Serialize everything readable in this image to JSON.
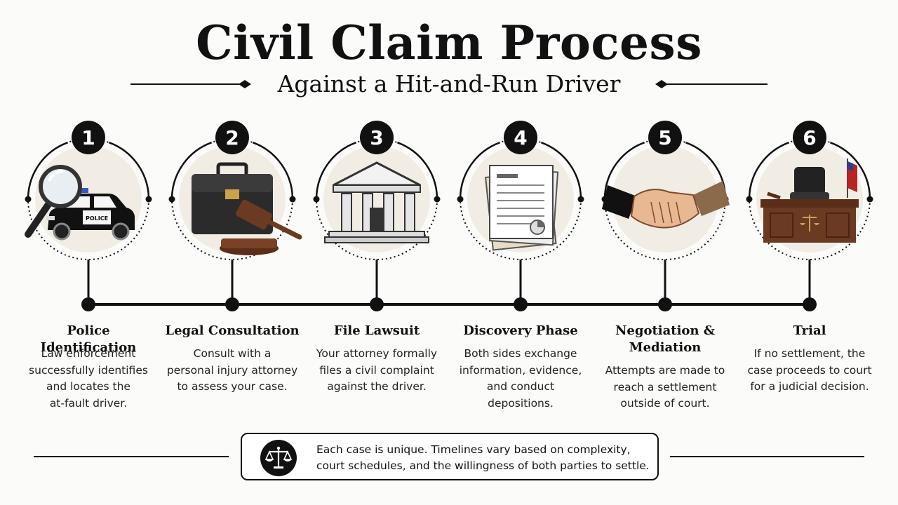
{
  "title": "Civil Claim Process",
  "subtitle": "Against a Hit-and-Run Driver",
  "steps": [
    {
      "number": "1",
      "title": "Police Identification",
      "desc": [
        "Law enforcement",
        "successfully identifies",
        "and locates the",
        "at-fault driver."
      ],
      "icon": "police-car-magnifier-icon"
    },
    {
      "number": "2",
      "title": "Legal Consultation",
      "desc": [
        "Consult with a",
        "personal injury attorney",
        "to assess your case."
      ],
      "icon": "briefcase-gavel-icon"
    },
    {
      "number": "3",
      "title": "File Lawsuit",
      "desc": [
        "Your attorney formally",
        "files a civil complaint",
        "against the driver."
      ],
      "icon": "courthouse-icon"
    },
    {
      "number": "4",
      "title": "Discovery Phase",
      "desc": [
        "Both sides exchange",
        "information, evidence,",
        "and conduct",
        "depositions."
      ],
      "icon": "documents-icon"
    },
    {
      "number": "5",
      "title": "Negotiation & Mediation",
      "desc": [
        "Attempts are made to",
        "reach a settlement",
        "outside of court."
      ],
      "icon": "handshake-icon"
    },
    {
      "number": "6",
      "title": "Trial",
      "desc": [
        "If no settlement, the",
        "case proceeds to court",
        "for a judicial decision."
      ],
      "icon": "judge-bench-icon"
    }
  ],
  "note": {
    "icon": "scales-of-justice-icon",
    "lines": [
      "Each case is unique. Timelines vary based on complexity,",
      "court schedules, and the willingness of both parties to settle."
    ]
  },
  "colors": {
    "ink": "#111111",
    "circle_fill": "#f1ede4",
    "wood": "#6b3a22",
    "gold": "#c9a24a",
    "leather": "#2b2b2b"
  }
}
